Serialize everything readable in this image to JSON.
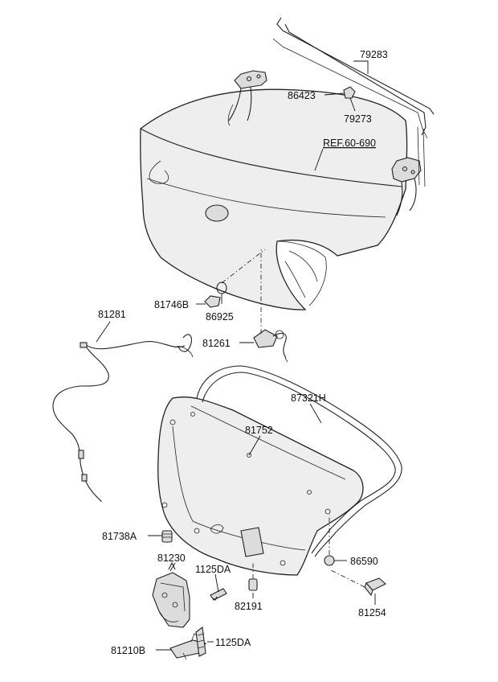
{
  "labels": {
    "p79283": "79283",
    "p86423": "86423",
    "p79273": "79273",
    "ref": "REF.60-690",
    "p81746B": "81746B",
    "p86925": "86925",
    "p81281": "81281",
    "p81261": "81261",
    "p87321H": "87321H",
    "p81752": "81752",
    "p81738A": "81738A",
    "p86590": "86590",
    "p81230": "81230",
    "p1125DA_a": "1125DA",
    "p82191": "82191",
    "p81254": "81254",
    "p81210B": "81210B",
    "p1125DA_b": "1125DA"
  },
  "colors": {
    "line": "#222222",
    "part_fill": "#eeeeee",
    "background": "#ffffff"
  }
}
